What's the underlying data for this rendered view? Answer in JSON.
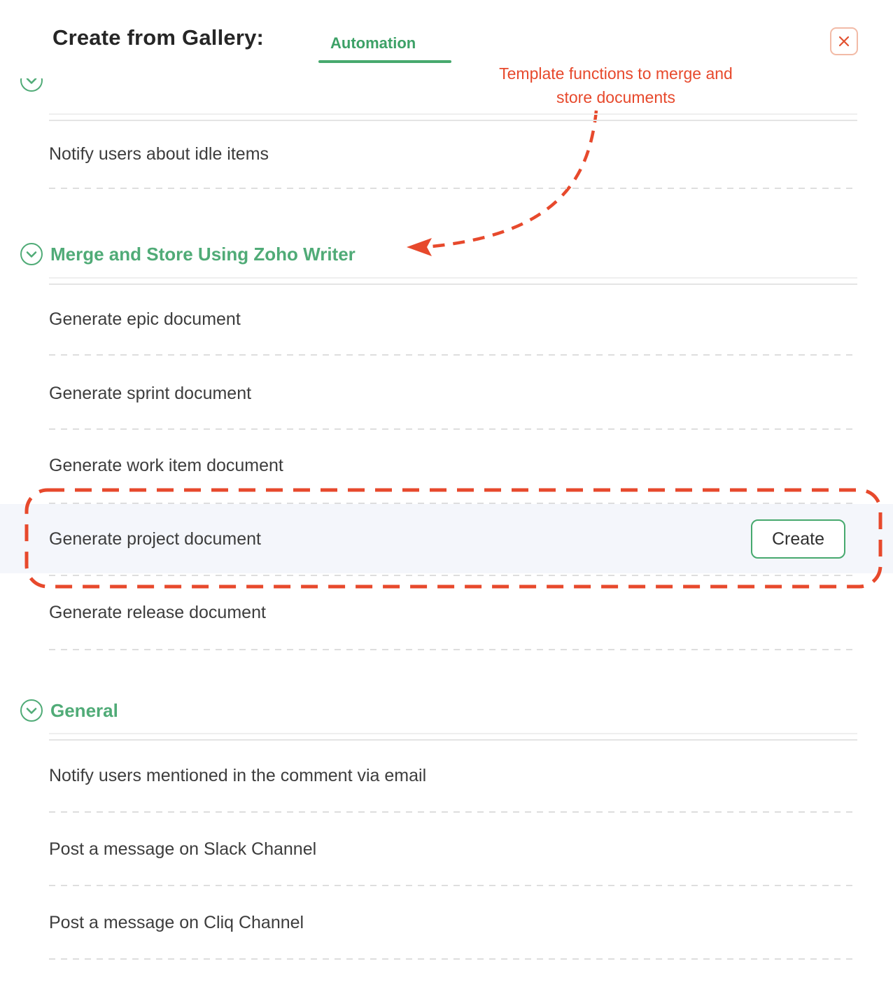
{
  "window": {
    "title": "Create from Gallery:",
    "tab_label": "Automation"
  },
  "annotation": {
    "line1": "Template functions to merge and",
    "line2": "store documents"
  },
  "sections": [
    {
      "id": "partially-scrolled-above",
      "items": [
        {
          "label": "Notify users about idle items"
        }
      ]
    },
    {
      "title": "Merge and Store Using Zoho Writer",
      "items": [
        {
          "label": "Generate epic document"
        },
        {
          "label": "Generate sprint document"
        },
        {
          "label": "Generate work item document"
        },
        {
          "label": "Generate project document",
          "highlighted": true,
          "action_label": "Create"
        },
        {
          "label": "Generate release document"
        }
      ]
    },
    {
      "title": "General",
      "items": [
        {
          "label": "Notify users mentioned in the comment via email"
        },
        {
          "label": "Post a message on Slack Channel"
        },
        {
          "label": "Post a message on Cliq Channel"
        }
      ]
    }
  ],
  "colors": {
    "section_green": "#50ab77",
    "tab_green": "#3da167",
    "underline_green": "#47a96e",
    "button_border_green": "#47a96e",
    "annotation_red": "#e7492c",
    "highlight_box_red": "#e7492c",
    "item_text": "#3d3d3d",
    "title_text": "#262626",
    "row_highlight_bg": "#f4f6fb",
    "dashed_divider_gray": "#dedede",
    "close_button_border": "#f2bba7",
    "close_x_red": "#e2512f"
  }
}
